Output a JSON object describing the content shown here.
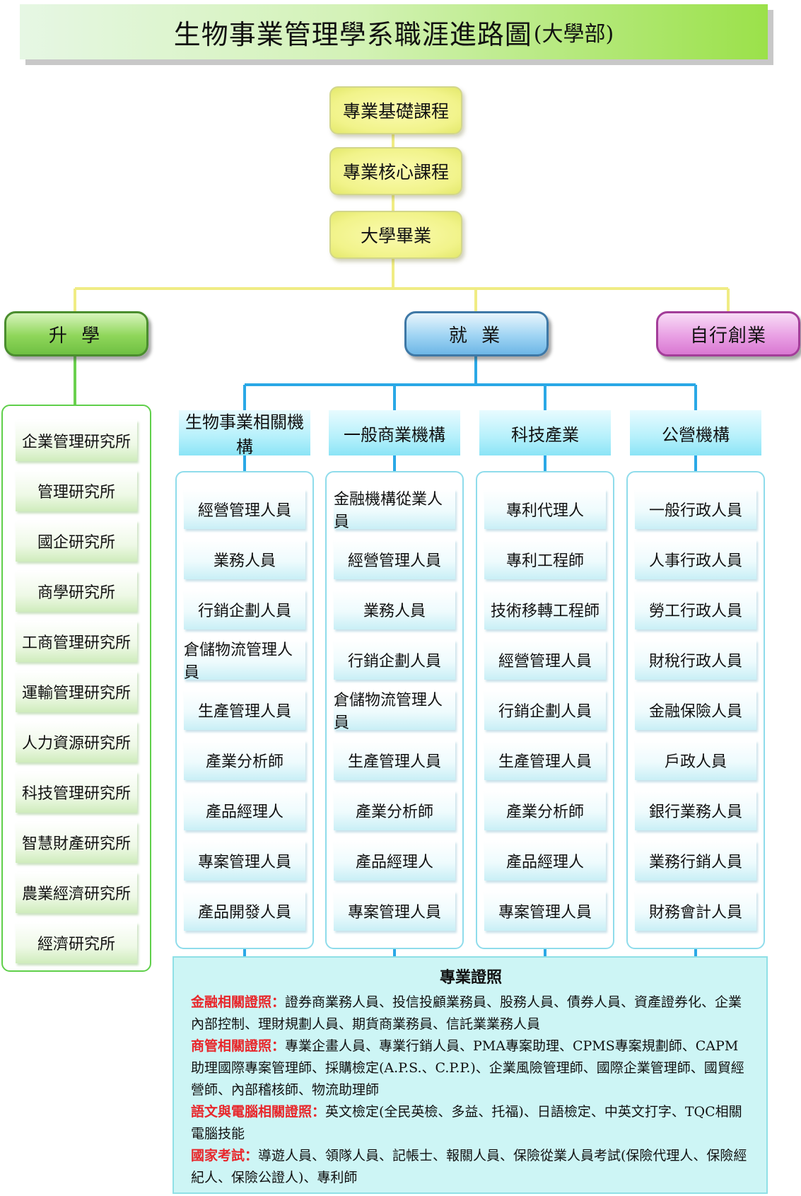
{
  "title": {
    "main": "生物事業管理學系職涯進路圖",
    "sub": "(大學部)"
  },
  "courses": [
    "專業基礎課程",
    "專業核心課程",
    "大學畢業"
  ],
  "paths": {
    "study": "升 學",
    "job": "就 業",
    "biz": "自行創業"
  },
  "grad_schools": [
    "企業管理研究所",
    "管理研究所",
    "國企研究所",
    "商學研究所",
    "工商管理研究所",
    "運輸管理研究所",
    "人力資源研究所",
    "科技管理研究所",
    "智慧財產研究所",
    "農業經濟研究所",
    "經濟研究所"
  ],
  "job_columns": [
    {
      "header": "生物事業相關機構",
      "items": [
        "經營管理人員",
        "業務人員",
        "行銷企劃人員",
        "倉儲物流管理人員",
        "生產管理人員",
        "產業分析師",
        "產品經理人",
        "專案管理人員",
        "產品開發人員"
      ]
    },
    {
      "header": "一般商業機構",
      "items": [
        "金融機構從業人員",
        "經營管理人員",
        "業務人員",
        "行銷企劃人員",
        "倉儲物流管理人員",
        "生產管理人員",
        "產業分析師",
        "產品經理人",
        "專案管理人員"
      ]
    },
    {
      "header": "科技產業",
      "items": [
        "專利代理人",
        "專利工程師",
        "技術移轉工程師",
        "經營管理人員",
        "行銷企劃人員",
        "生產管理人員",
        "產業分析師",
        "產品經理人",
        "專案管理人員"
      ]
    },
    {
      "header": "公營機構",
      "items": [
        "一般行政人員",
        "人事行政人員",
        "勞工行政人員",
        "財稅行政人員",
        "金融保險人員",
        "戶政人員",
        "銀行業務人員",
        "業務行銷人員",
        "財務會計人員"
      ]
    }
  ],
  "certs": {
    "title": "專業證照",
    "groups": [
      {
        "label": "金融相關證照：",
        "text": "證券商業務人員、投信投顧業務員、股務人員、債券人員、資產證券化、企業內部控制、理財規劃人員、期貨商業務員、信託業業務人員"
      },
      {
        "label": "商管相關證照：",
        "text": "專業企畫人員、專業行銷人員、PMA專案助理、CPMS專案規劃師、CAPM助理國際專案管理師、採購檢定(A.P.S.、C.P.P.)、企業風險管理師、國際企業管理師、國貿經營師、內部稽核師、物流助理師"
      },
      {
        "label": "語文與電腦相關證照：",
        "text": "英文檢定(全民英檢、多益、托福)、日語檢定、中英文打字、TQC相關電腦技能"
      },
      {
        "label": "國家考試：",
        "text": "導遊人員、領隊人員、記帳士、報關人員、保險從業人員考試(保險代理人、保險經紀人、保險公證人)、專利師"
      }
    ]
  },
  "colors": {
    "yellow_line": "#f2ee86",
    "green_line": "#6ad04e",
    "blue_line": "#2aa8e6"
  }
}
